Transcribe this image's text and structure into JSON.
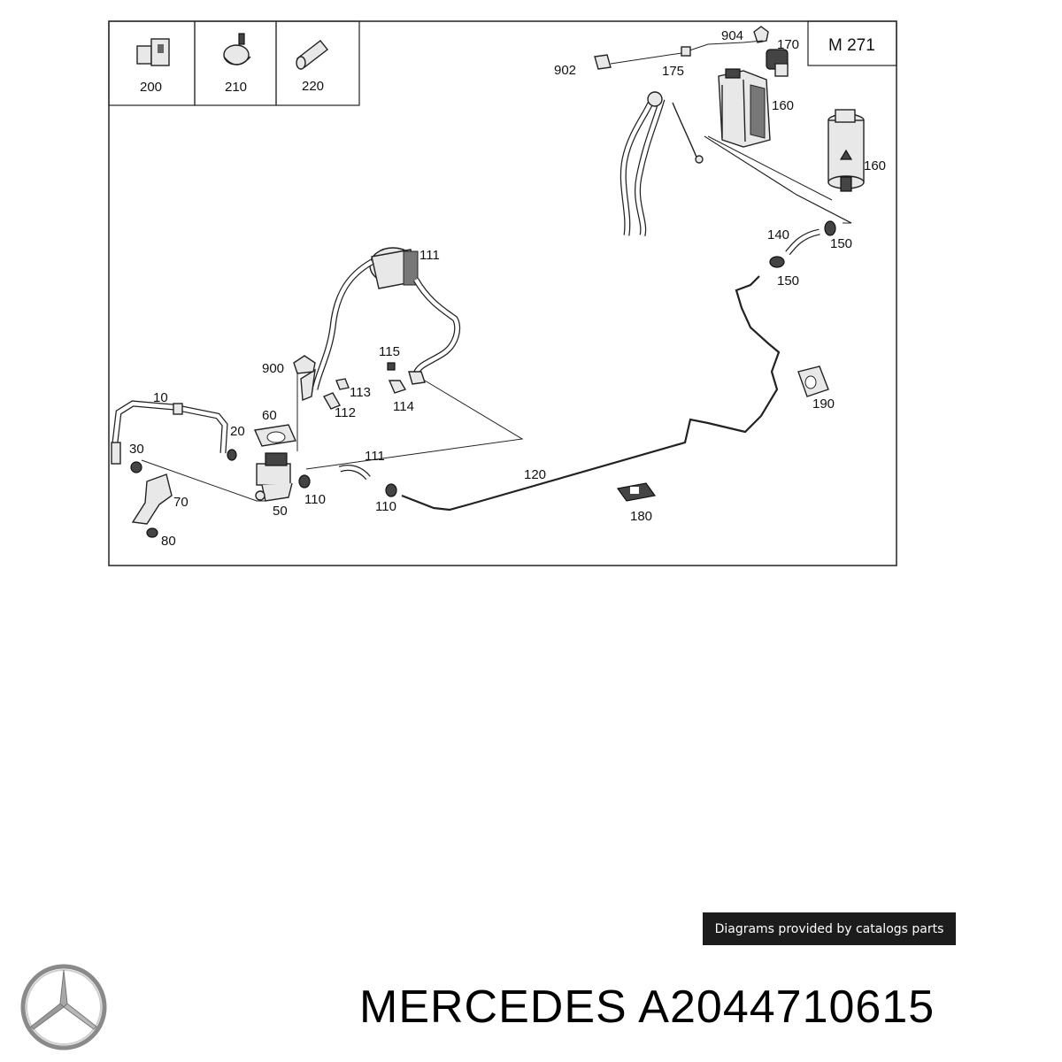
{
  "diagram": {
    "model_code": "M 271",
    "legend_items": [
      {
        "label": "200"
      },
      {
        "label": "210"
      },
      {
        "label": "220"
      }
    ],
    "part_labels": {
      "p10": "10",
      "p20": "20",
      "p30": "30",
      "p50": "50",
      "p60": "60",
      "p70": "70",
      "p80": "80",
      "p110a": "110",
      "p110b": "110",
      "p111a": "111",
      "p111b": "111",
      "p112": "112",
      "p113": "113",
      "p114": "114",
      "p115": "115",
      "p120": "120",
      "p140": "140",
      "p150a": "150",
      "p150b": "150",
      "p160a": "160",
      "p160b": "160",
      "p170": "170",
      "p175": "175",
      "p180": "180",
      "p190": "190",
      "p900": "900",
      "p902": "902",
      "p904": "904"
    }
  },
  "watermark": "Diagrams provided by catalogs parts",
  "brand": "MERCEDES",
  "part_number": "A2044710615"
}
